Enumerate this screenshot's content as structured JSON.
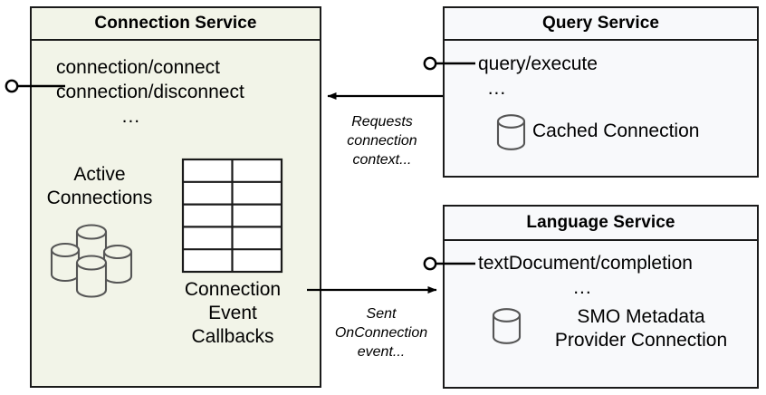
{
  "diagram": {
    "title": "Connection Service architecture",
    "colors": {
      "connection_service_fill": "#f2f4e8",
      "other_service_fill": "#f8f9fb",
      "border": "#1a1a1a",
      "icon_stroke": "#555555",
      "text": "#000000"
    }
  },
  "components": {
    "connection_service": {
      "title": "Connection Service",
      "interfaces": [
        "connection/connect",
        "connection/disconnect"
      ],
      "ellipsis": "...",
      "active_connections_label": "Active\nConnections",
      "active_connections_line1": "Active",
      "active_connections_line2": "Connections",
      "callbacks_line1": "Connection",
      "callbacks_line2": "Event",
      "callbacks_line3": "Callbacks",
      "grid": {
        "columns": 2,
        "rows": 5
      },
      "cylinder_count": 4
    },
    "query_service": {
      "title": "Query Service",
      "interfaces": [
        "query/execute"
      ],
      "ellipsis": "...",
      "resource_label": "Cached Connection",
      "cylinder_count": 1
    },
    "language_service": {
      "title": "Language Service",
      "interfaces": [
        "textDocument/completion"
      ],
      "ellipsis": "...",
      "resource_line1": "SMO Metadata",
      "resource_line2": "Provider Connection",
      "cylinder_count": 1
    }
  },
  "edges": [
    {
      "id": "requests-connection-context",
      "from": "query_service",
      "to": "connection_service",
      "label_line1": "Requests",
      "label_line2": "connection",
      "label_line3": "context..."
    },
    {
      "id": "sent-onconnection-event",
      "from": "connection_service",
      "to": "language_service",
      "label_line1": "Sent",
      "label_line2": "OnConnection",
      "label_line3": "event..."
    }
  ]
}
